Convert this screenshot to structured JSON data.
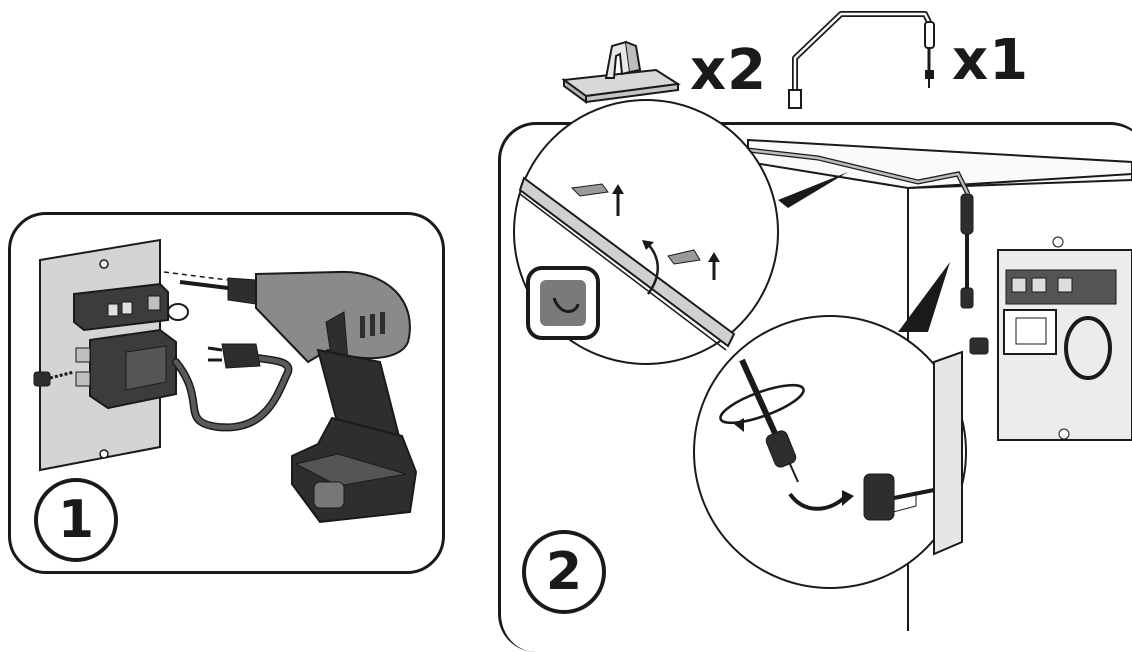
{
  "steps": [
    {
      "number": "1"
    },
    {
      "number": "2"
    }
  ],
  "parts": {
    "clips_quantity": "x2",
    "probe_quantity": "x1"
  },
  "colors": {
    "outline": "#1a1a1a",
    "plate": "#d4d4d4",
    "box_dark": "#3c3c3c",
    "drill_body": "#8a8a8a",
    "drill_dark": "#2e2e2e",
    "tab_icon": "#7a7a7a"
  },
  "icons": [
    "mounting-clip-icon",
    "temperature-probe-icon",
    "drill-icon",
    "transformer-icon",
    "power-plug-icon",
    "rotate-arrow-icon",
    "up-arrow-icon"
  ]
}
